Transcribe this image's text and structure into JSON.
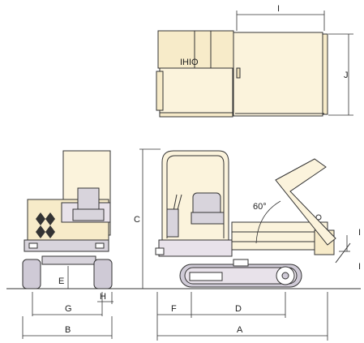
{
  "labels": {
    "A": "A",
    "B": "B",
    "C": "C",
    "D": "D",
    "E": "E",
    "F": "F",
    "G": "G",
    "H": "H",
    "I": "I",
    "J": "J",
    "angle": "60°",
    "brand": "IHIO"
  },
  "colors": {
    "cream": "#f7ebc9",
    "light_cream": "#fbf3dc",
    "gray_body": "#d8d4dc",
    "track": "#cfcad6",
    "outline": "#333333",
    "frame": "#9b8fa5"
  }
}
